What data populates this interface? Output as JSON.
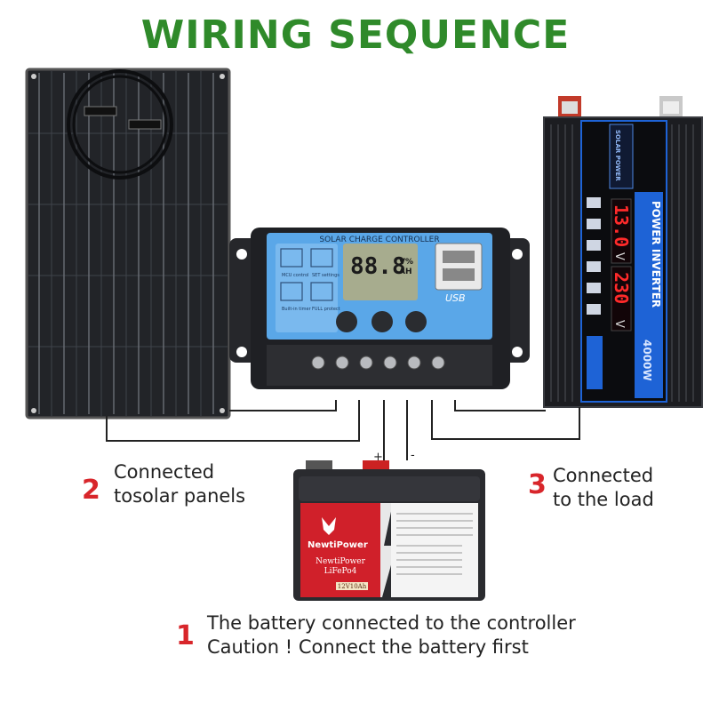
{
  "title": "WIRING SEQUENCE",
  "controller": {
    "header": "SOLAR CHARGE CONTROLLER",
    "lcd": "88.8",
    "lcd_unit_top": "V%",
    "lcd_unit_bottom": "AH",
    "usb_label": "USB",
    "icon_labels": [
      "MCU control",
      "SET settings",
      "Built-in timer",
      "FULL protect"
    ]
  },
  "inverter": {
    "brand": "SOLAR POWER",
    "name": "POWER INVERTER",
    "watt": "4000W",
    "in_voltage": "13.0",
    "out_voltage": "230",
    "unit": "V"
  },
  "battery": {
    "brand": "NewtiPower",
    "model_line1": "NewtiPower",
    "model_line2": "LiFePo4",
    "rating": "12V10Ah",
    "plus": "+",
    "minus": "-"
  },
  "steps": [
    {
      "number": "2",
      "lines": [
        "Connected",
        "tosolar panels"
      ]
    },
    {
      "number": "3",
      "lines": [
        "Connected",
        "to the load"
      ]
    },
    {
      "number": "1",
      "lines": [
        "The battery connected to the controller",
        "Caution ! Connect the battery first"
      ]
    }
  ],
  "colors": {
    "title_green": "#2f8a2a",
    "step_red": "#d8262b",
    "controller_blue": "#5aa7e8",
    "inverter_blue": "#1e63d6",
    "battery_red": "#d0202a"
  }
}
